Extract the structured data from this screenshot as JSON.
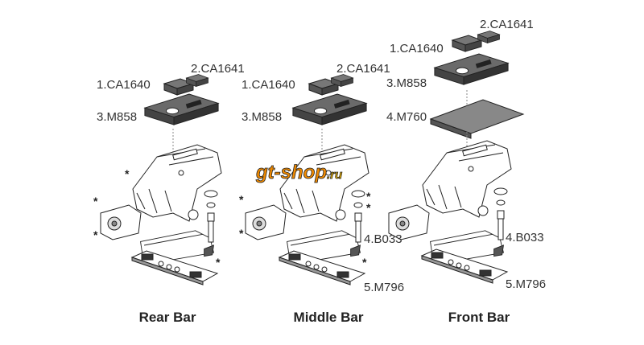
{
  "watermark": "gt-shop.ru",
  "columns": [
    {
      "title": "Rear Bar",
      "labels": {
        "pad2": "2.CA1641",
        "pad1": "1.CA1640",
        "plate": "3.M858"
      }
    },
    {
      "title": "Middle Bar",
      "labels": {
        "pad2": "2.CA1641",
        "pad1": "1.CA1640",
        "plate": "3.M858",
        "bolt": "4.B033",
        "base": "5.M796"
      }
    },
    {
      "title": "Front Bar",
      "labels": {
        "pad2": "2.CA1641",
        "pad1": "1.CA1640",
        "plate1": "3.M858",
        "plate2": "4.M760",
        "bolt": "4.B033",
        "base": "5.M796"
      }
    }
  ],
  "asterisk": "*"
}
